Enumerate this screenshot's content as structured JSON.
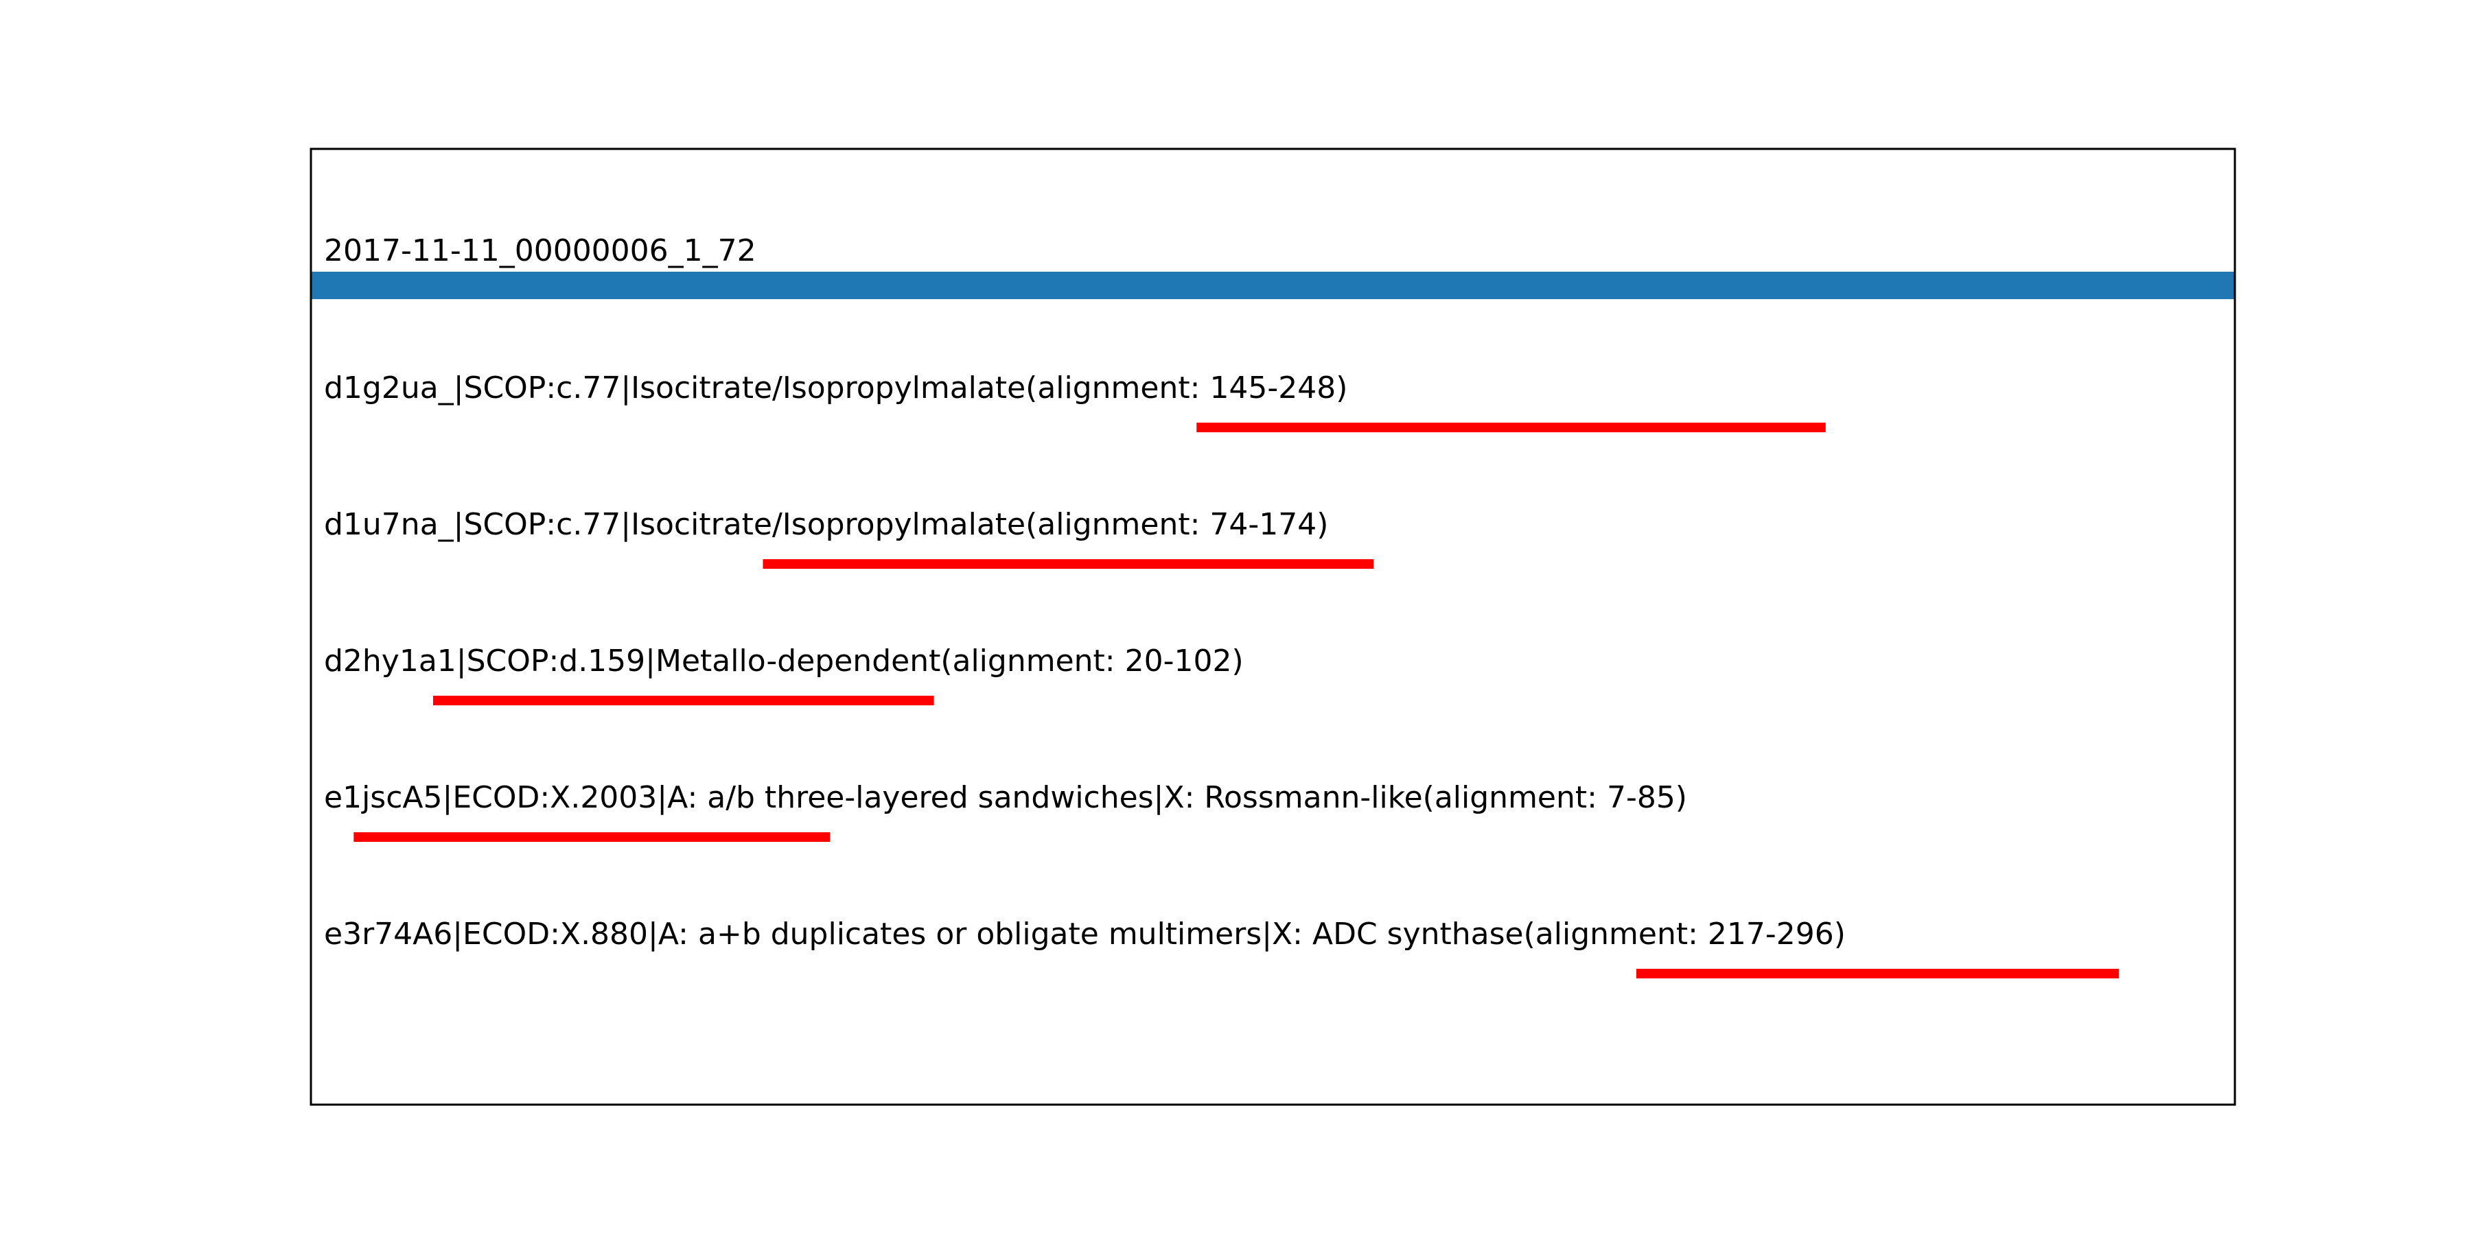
{
  "chart_data": {
    "type": "bar",
    "query": {
      "name": "2017-11-11_00000006_1_72",
      "start": 0,
      "end": 315,
      "color": "#1f77b4"
    },
    "xlim": [
      0,
      315
    ],
    "grid": false,
    "legend": "none",
    "hit_color": "#ff0000",
    "hits": [
      {
        "label": "d1g2ua_|SCOP:c.77|Isocitrate/Isopropylmalate(alignment: 145-248)",
        "start": 145,
        "end": 248
      },
      {
        "label": "d1u7na_|SCOP:c.77|Isocitrate/Isopropylmalate(alignment: 74-174)",
        "start": 74,
        "end": 174
      },
      {
        "label": "d2hy1a1|SCOP:d.159|Metallo-dependent(alignment: 20-102)",
        "start": 20,
        "end": 102
      },
      {
        "label": "e1jscA5|ECOD:X.2003|A: a/b three-layered sandwiches|X: Rossmann-like(alignment: 7-85)",
        "start": 7,
        "end": 85
      },
      {
        "label": "e3r74A6|ECOD:X.880|A: a+b duplicates or obligate multimers|X: ADC synthase(alignment: 217-296)",
        "start": 217,
        "end": 296
      }
    ]
  }
}
